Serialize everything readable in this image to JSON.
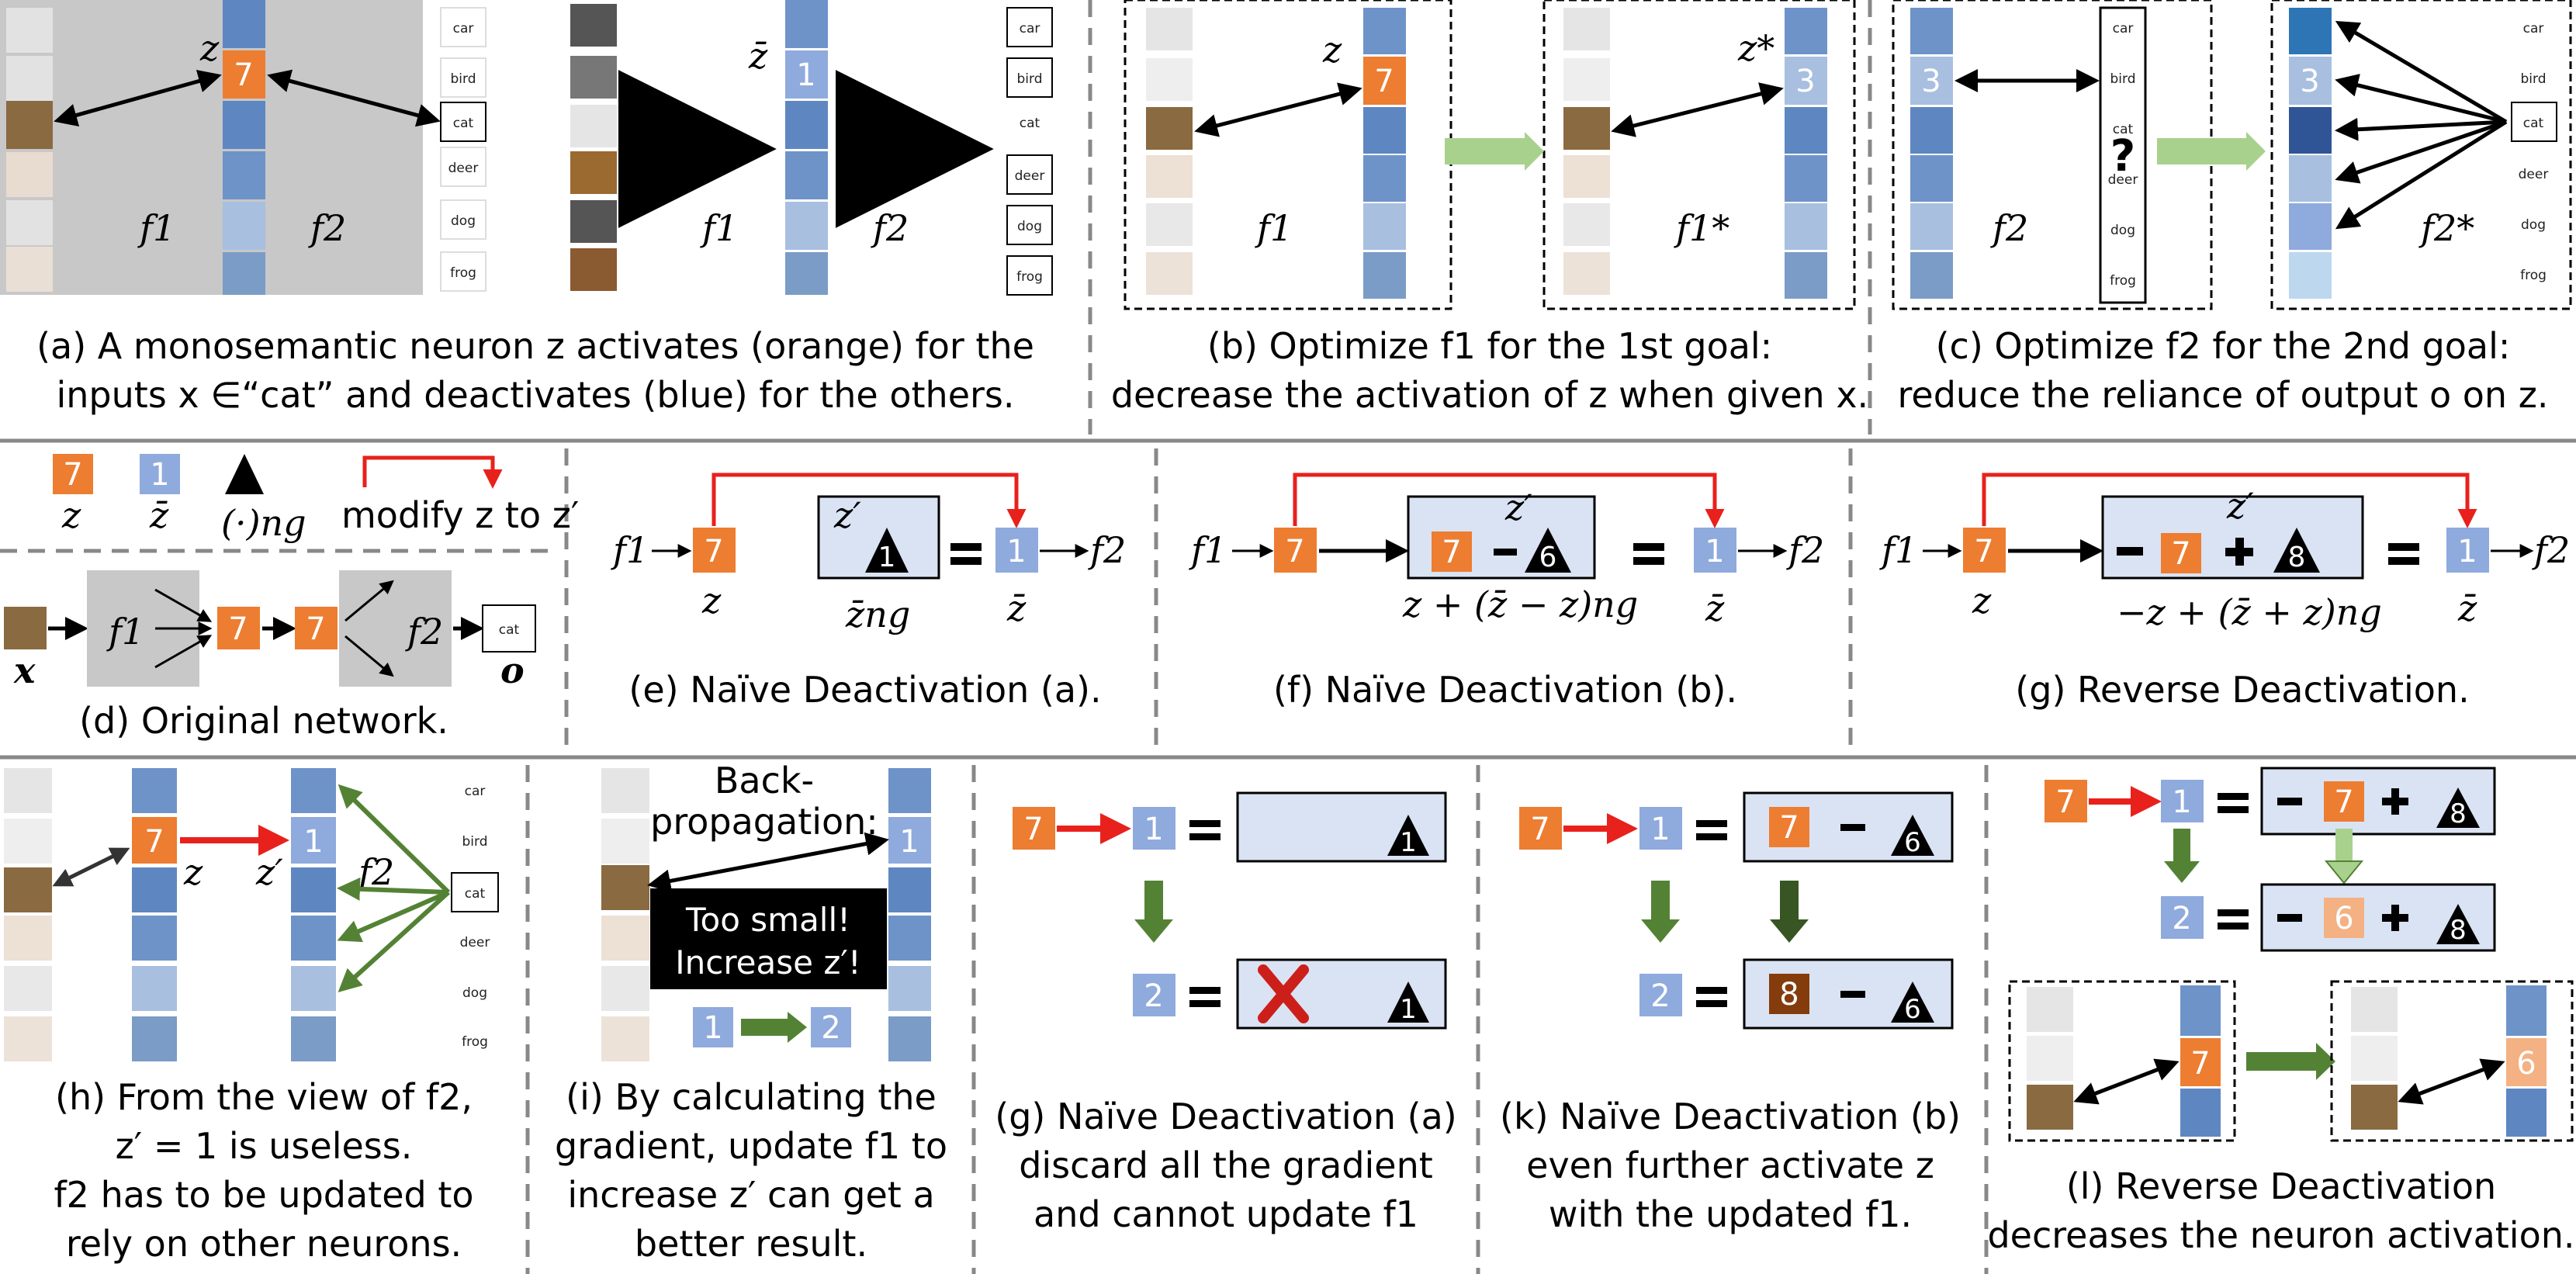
{
  "captions": {
    "a1": "(a) A monosemantic neuron z activates (orange) for the",
    "a1_hl": "orange",
    "a2": "inputs x ∈“cat” and deactivates (blue) for the others.",
    "a2_hl": "blue",
    "b1": "(b) Optimize f1 for the 1st goal:",
    "b2": "decrease the activation of z when given x.",
    "c1": "(c) Optimize f2 for the 2nd goal:",
    "c2": "reduce the reliance of output o on z.",
    "d": "(d) Original network.",
    "e": "(e) Naïve Deactivation (a).",
    "f": "(f) Naïve Deactivation (b).",
    "g": "(g) Reverse Deactivation.",
    "h1": "(h) From the view of f2,",
    "h2": "z′ = 1 is useless.",
    "h3": "f2 has to be updated to",
    "h3_hl": "updated",
    "h4": "rely on other neurons.",
    "i1": "(i) By calculating the",
    "i2": "gradient, update f1 to",
    "i2_hl": "update",
    "i3": "increase z′ can get a",
    "i4": "better result.",
    "g2_1": "(g) Naïve Deactivation (a)",
    "g2_2": "discard all the gradient",
    "g2_3": "and cannot update f1",
    "k1": "(k) Naïve Deactivation (b)",
    "k2": "even further activate z",
    "k3": "with the updated f1.",
    "l1": "(l) Reverse Deactivation",
    "l2": "decreases the neuron activation."
  },
  "class_labels": [
    "car",
    "bird",
    "cat",
    "deer",
    "dog",
    "frog"
  ],
  "legend": {
    "z_value": "7",
    "zbar_value": "1",
    "z_label": "z",
    "zbar_label": "z̄",
    "ng_label": "(·)ng",
    "modify_label": "modify z to z′"
  },
  "symbols": {
    "z": "z",
    "zbar": "z̄",
    "zstar": "z*",
    "zprime": "z′",
    "f1": "f1",
    "f2": "f2",
    "f1star": "f1*",
    "f2star": "f2*",
    "x": "x",
    "o": "o",
    "zbar_ng": "z̄ng",
    "expr_f": "z + (z̄ − z)ng",
    "expr_g": "−z  + (z̄ + z)ng",
    "question": "?"
  },
  "values": {
    "seven": "7",
    "one": "1",
    "three": "3",
    "six": "6",
    "eight": "8",
    "two": "2"
  },
  "panel_i": {
    "backprop1": "Back-",
    "backprop2": "propagation:",
    "warn1": "Too small!",
    "warn2": "Increase z′!"
  },
  "colors": {
    "orange": "#ED7D31",
    "blue_light": "#8FAADC",
    "blue_mid": "#7A9CC6",
    "blue_box": "#DAE3F3",
    "red": "#E8211C",
    "green": "#548235",
    "green_light": "#A9D18E",
    "brown": "#843C0C",
    "peach": "#F4B183",
    "highlight_orange": "#ED7D31",
    "highlight_blue": "#8FAADC",
    "highlight_green": "#548235"
  }
}
